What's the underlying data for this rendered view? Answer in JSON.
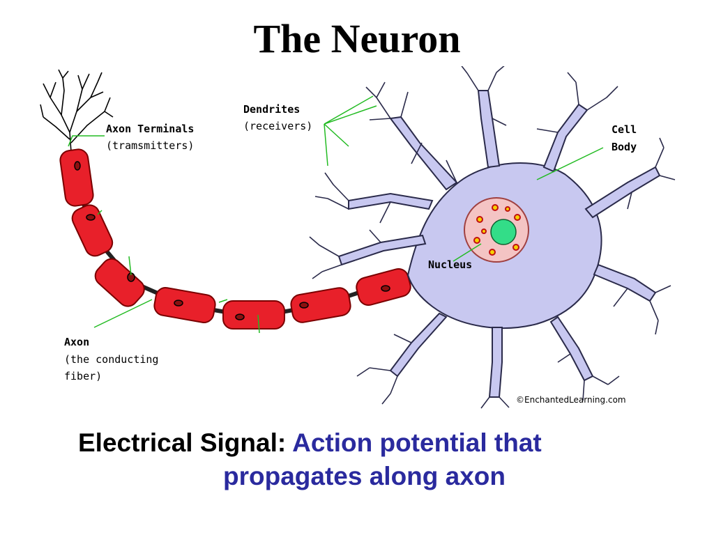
{
  "title": "The Neuron",
  "labels": {
    "axon_terminals": "Axon Terminals",
    "axon_terminals_sub": "(tramsmitters)",
    "dendrites": "Dendrites",
    "dendrites_sub": "(receivers)",
    "cell_body_1": "Cell",
    "cell_body_2": "Body",
    "nucleus": "Nucleus",
    "axon": "Axon",
    "axon_sub_1": "(the conducting",
    "axon_sub_2": "fiber)",
    "credit": "©EnchantedLearning.com"
  },
  "caption": {
    "lead": "Electrical Signal:",
    "body_line1": "Action potential that",
    "body_line2": "propagates along axon"
  },
  "colors": {
    "myelin": "#e8202a",
    "cell_body": "#c8c8f0",
    "nucleus": "#f4c4c4",
    "nucleolus": "#33dd88",
    "pointer": "#22bb22",
    "caption_blue": "#2a2a9e"
  }
}
